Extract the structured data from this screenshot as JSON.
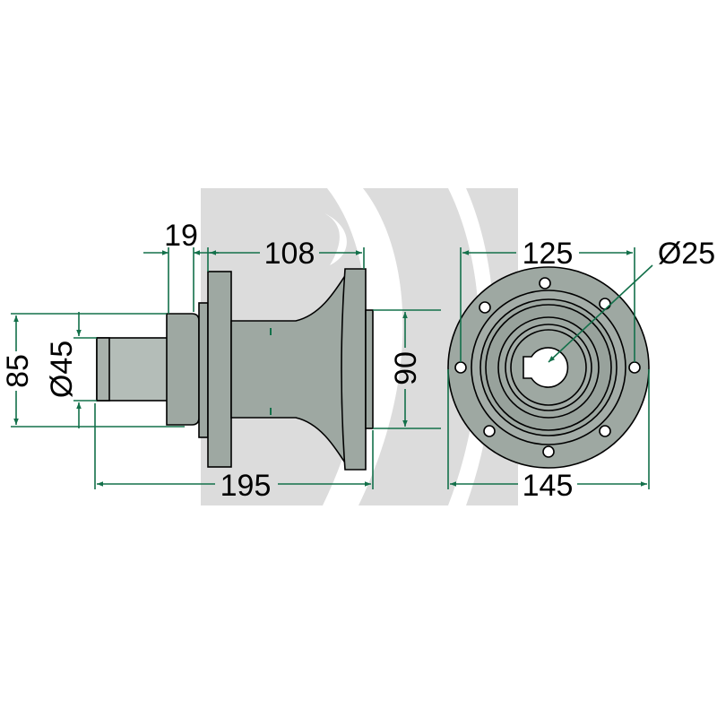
{
  "colors": {
    "part_fill": "#9ea8a2",
    "part_light": "#b4bdb8",
    "watermark": "#dcdcdc",
    "dimension_line": "#13704a",
    "outline": "#000000",
    "background": "#ffffff"
  },
  "dimensions": {
    "side_flange_thickness": "19",
    "body_length": "108",
    "overall_height": "85",
    "shaft_diameter": "Ø45",
    "cone_diameter": "90",
    "overall_length": "195",
    "bolt_circle": "125",
    "bore_diameter": "Ø25",
    "flange_diameter": "145"
  }
}
